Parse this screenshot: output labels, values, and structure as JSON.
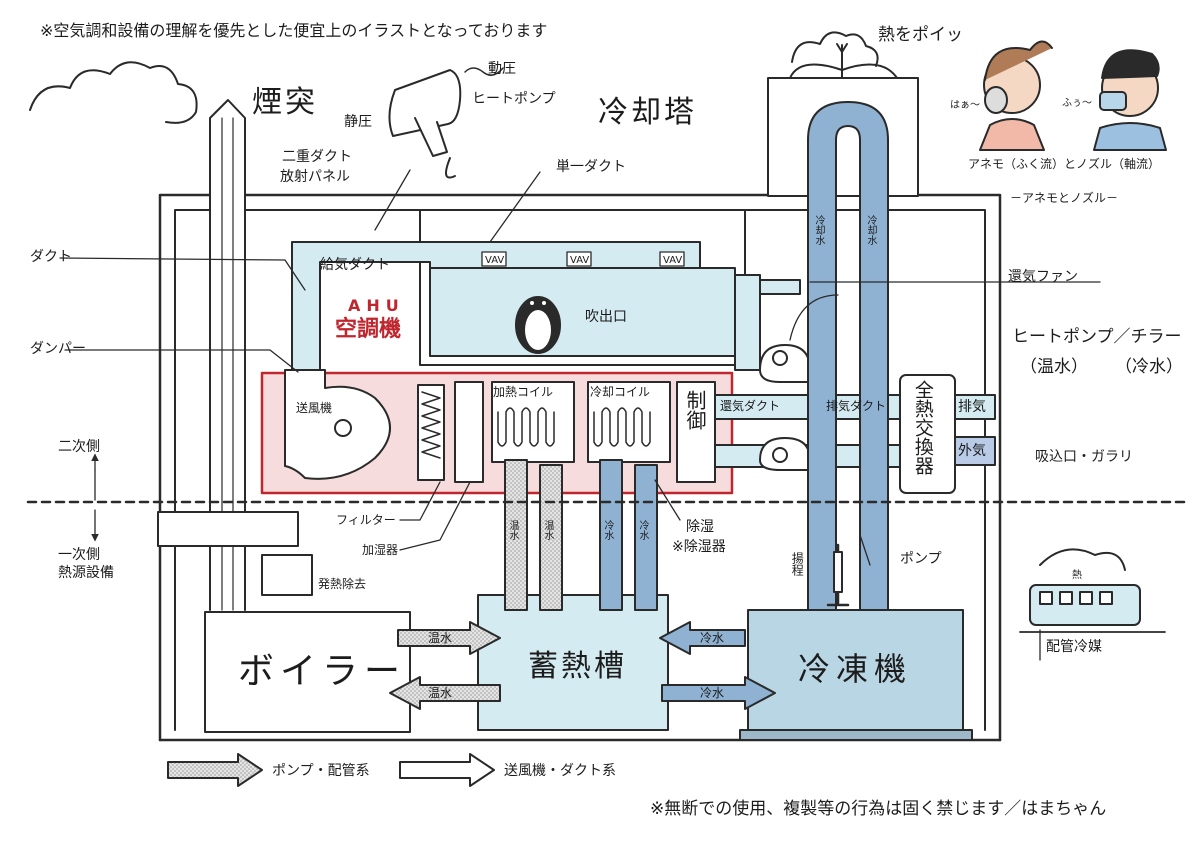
{
  "notes": {
    "top": "※空気調和設備の理解を優先とした便宜上のイラストとなっております",
    "bottom": "※無断での使用、複製等の行為は固く禁じます／はまちゃん"
  },
  "labels": {
    "chimney": "煙突",
    "cooling_tower": "冷却塔",
    "heat_pump_tower": "熱をポイッ",
    "dryer_dynamic": "動圧",
    "dryer_heatpump": "ヒートポンプ",
    "dryer_static": "静圧",
    "double_duct": "二重ダクト",
    "radiant_panel": "放射パネル",
    "single_duct": "単一ダクト",
    "duct": "ダクト",
    "supply_duct": "給気ダクト",
    "damper": "ダンパー",
    "ahu_top": "AHU",
    "ahu_bottom": "空調機",
    "outlet": "吹出口",
    "vav": "VAV",
    "fan": "送風機",
    "heating_coil": "加熱コイル",
    "cooling_coil": "冷却コイル",
    "control": "制御",
    "return_duct": "還気ダクト",
    "exhaust_duct": "排気ダクト",
    "heat_exchanger": "全熱交換器",
    "exhaust": "排気",
    "outside_air": "外気",
    "intake": "吸込口・ガラリ",
    "return_fan": "還気ファン",
    "heatpump_chiller": "ヒートポンプ／チラー",
    "hot_water_paren": "（温水）",
    "cold_water_paren": "（冷水）",
    "anemo_nozzle": "－アネモとノズル－",
    "anemo_caption": "アネモ（ふく流）とノズル（軸流）",
    "haa": "はぁ～",
    "fuu": "ふぅ～",
    "secondary": "二次側",
    "primary": "一次側",
    "heat_source": "熱源設備",
    "filter": "フィルター",
    "humidifier": "加湿器",
    "dehumidify": "除湿",
    "dehumidifier": "※除湿器",
    "deheat": "発熱除去",
    "boiler": "ボイラー",
    "thermal_storage": "蓄熱槽",
    "chiller": "冷凍機",
    "pump": "ポンプ",
    "head": "揚程",
    "hot_water": "温水",
    "cold_water": "冷水",
    "cooling_water": "冷却水",
    "piping_refrigerant": "配管冷媒",
    "train_heat": "熱",
    "legend_pump": "ポンプ・配管系",
    "legend_fan": "送風機・ダクト系"
  },
  "colors": {
    "ink": "#2a2a2a",
    "duct_blue": "#c9e6ee",
    "duct_blue_dark": "#8fb4cf",
    "pipe_blue": "#8fb2d2",
    "ahu_red": "#c0262d",
    "ahu_pink": "#f6dcdc",
    "storage": "#cfe9ef",
    "chiller": "#b9d6e4"
  }
}
